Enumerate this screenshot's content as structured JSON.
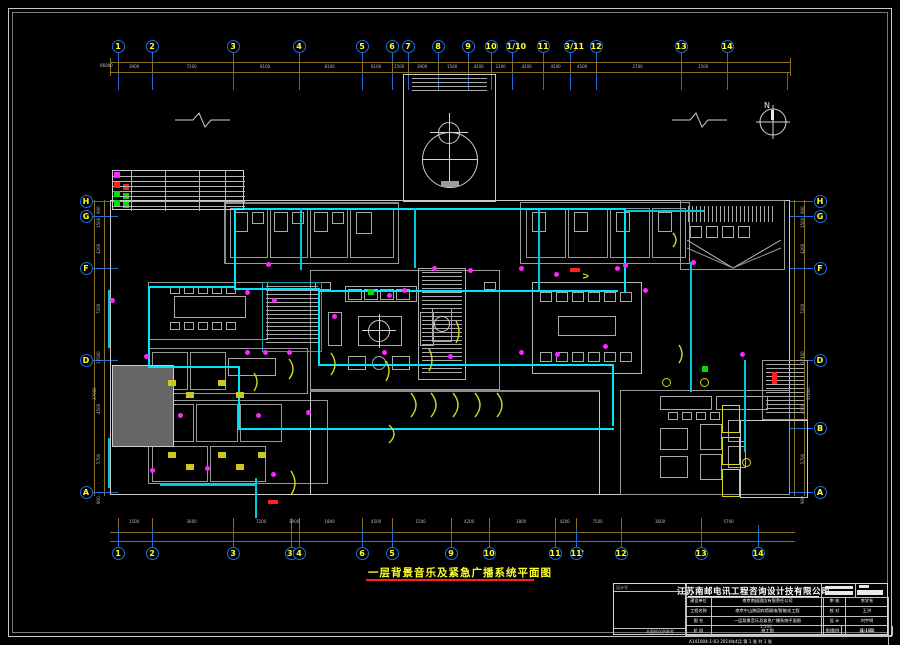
{
  "drawing": {
    "title": "一层背景音乐及紧急广播系统平面图",
    "title_color": "#ffff2a",
    "underline_color": "#ff2020",
    "background_color": "#000000",
    "north_arrow": "north-arrow"
  },
  "grid": {
    "top_labels": [
      "1",
      "2",
      "3",
      "4",
      "5",
      "6",
      "7",
      "8",
      "9",
      "10",
      "1/10",
      "11",
      "3/11",
      "12",
      "13",
      "14"
    ],
    "bottom_labels": [
      "1",
      "2",
      "3",
      "3'",
      "4",
      "6",
      "5",
      "9",
      "10",
      "11",
      "11'",
      "12",
      "13",
      "14"
    ],
    "left_labels": [
      "H",
      "G",
      "F",
      "D",
      "A"
    ],
    "right_labels": [
      "H",
      "G",
      "F",
      "D",
      "B",
      "A"
    ],
    "bubble_text_color": "#ffff2a",
    "bubble_ring_color": "#1e6fd9",
    "dim_color": "#8a7018",
    "top_overall_dim": "66000",
    "left_overall_dim": "37000",
    "top_dims": [
      "3900",
      "7200",
      "8100",
      "8100",
      "8100",
      "1500",
      "3900",
      "1500",
      "4200",
      "2100",
      "4200",
      "4500",
      "4500",
      "2700",
      "1500"
    ],
    "bottom_dims": [
      "1500",
      "3600",
      "7200",
      "3900",
      "1800",
      "4500",
      "1500",
      "4200",
      "1800",
      "4200",
      "7500",
      "3600",
      "5700",
      "3300",
      "1500"
    ],
    "left_dims": [
      "900",
      "1500",
      "4200",
      "7200",
      "17000",
      "4500",
      "5700",
      "900"
    ],
    "right_dims": [
      "900",
      "1500",
      "4200",
      "7200",
      "17400",
      "4500",
      "5700",
      "900"
    ]
  },
  "legend": {
    "name": "device-legend-table",
    "rows": 8,
    "cols": 5,
    "markers": [
      {
        "color": "#ff25ff",
        "name": "ceiling-speaker-symbol"
      },
      {
        "color": "#ff2020",
        "name": "wall-speaker-symbol"
      },
      {
        "color": "#00e000",
        "name": "volume-control-symbol"
      },
      {
        "color": "#00e000",
        "name": "terminal-box-symbol"
      }
    ]
  },
  "devices": {
    "speaker_color": "#ff25ff",
    "cable_color": "#00e5ff",
    "accent_yellow": "#d8d820",
    "accent_green": "#00e000",
    "accent_red": "#ff2020"
  },
  "title_block": {
    "company": "江苏南邮电讯工程咨询设计技有限公司",
    "rows": [
      {
        "label": "建设单位",
        "value": "南京南园酒店有限责任公司",
        "col3": "审  核",
        "col4": "李学东"
      },
      {
        "label": "工程名称",
        "value": "南京中山陵园宾馆弱电/智能化工程",
        "col3": "校  对",
        "col4": "王洪"
      },
      {
        "label": "图  名",
        "value": "一层背景音乐及紧急广播系统平面图",
        "col3": "设  计",
        "col4": "刘宇明"
      },
      {
        "label": "阶  段",
        "value": "施工图",
        "col3": "比  例",
        "col4": "1:100",
        "col5": "图  号",
        "col6": "弱-1-03"
      }
    ],
    "footer_left": "设计号",
    "footer_date": "2014年4月",
    "footer_sheet": "第 1 张  共 1 张",
    "code_label": "证书编号",
    "code_value": "A141004-1-03",
    "rev_label": "修改",
    "sheet_note": "本图纸仅供参考"
  },
  "scale_note": "1:100"
}
